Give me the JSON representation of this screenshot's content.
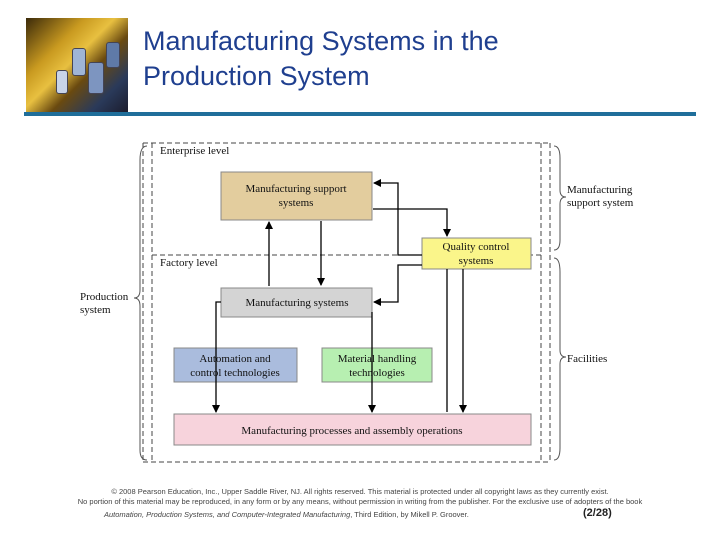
{
  "slide": {
    "title_line1": "Manufacturing Systems in the",
    "title_line2": "Production System",
    "accent_color": "#1f3f8f",
    "rule_color": "#1f6e9a"
  },
  "diagram": {
    "enterprise_level": "Enterprise level",
    "factory_level": "Factory level",
    "production_system": [
      "Production",
      "system"
    ],
    "mfg_support_system_label": [
      "Manufacturing",
      "support system"
    ],
    "facilities_label": "Facilities",
    "boxes": {
      "mfg_support": {
        "lines": [
          "Manufacturing support",
          "systems"
        ],
        "color": "#e3cd9e"
      },
      "quality": {
        "lines": [
          "Quality control",
          "systems"
        ],
        "color": "#faf58a"
      },
      "mfg_systems": {
        "lines": [
          "Manufacturing systems"
        ],
        "color": "#d4d4d4"
      },
      "automation": {
        "lines": [
          "Automation and",
          "control technologies"
        ],
        "color": "#aabcdd"
      },
      "material": {
        "lines": [
          "Material handling",
          "technologies"
        ],
        "color": "#b7efb1"
      },
      "processes": {
        "lines": [
          "Manufacturing processes and assembly operations"
        ],
        "color": "#f7d3dc"
      }
    }
  },
  "footer": {
    "line1": "© 2008 Pearson Education, Inc., Upper Saddle River, NJ. All rights reserved. This material is protected under all copyright laws as they currently exist.",
    "line2": "No portion of this material may be reproduced, in any form or by any means, without permission in writing from the publisher. For the exclusive use of adopters of the book",
    "book": "Automation, Production Systems, and Computer-Integrated Manufacturing",
    "edition": ", Third Edition, by Mikell P. Groover.",
    "page": "(2/28)"
  }
}
